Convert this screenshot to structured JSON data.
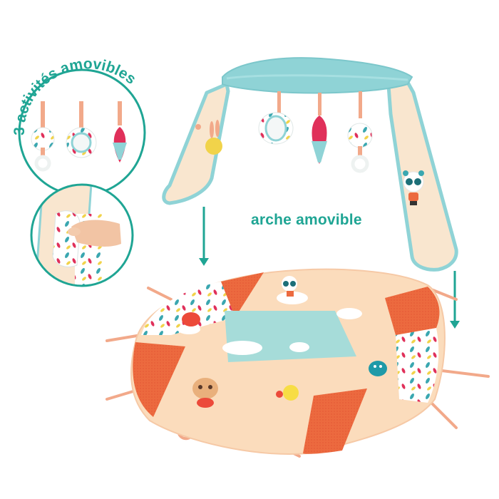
{
  "product_image": {
    "description": "Baby activity play mat with removable arch and hanging toys",
    "labels": {
      "activities_caption": "3 activités amovibles",
      "arch_caption": "arche amovible"
    },
    "colors": {
      "accent_teal": "#1fa594",
      "arch_blue": "#8fd3d6",
      "panel_cream": "#f9e6cf",
      "mat_peach": "#fbdcbc",
      "mat_orange": "#ec6a3f",
      "mat_center_blue": "#a6dcd9",
      "strap_peach": "#f2a98a",
      "feather_red": "#e0305a"
    },
    "callouts": [
      {
        "name": "hanging-toys-detail",
        "shape": "circle"
      },
      {
        "name": "hand-removing-pouch-detail",
        "shape": "circle"
      }
    ],
    "arrows": [
      {
        "name": "left-arch-arrow",
        "direction": "down"
      },
      {
        "name": "right-arch-arrow",
        "direction": "down"
      }
    ],
    "hanging_toys": [
      "flower-rattle-ring",
      "flower-mirror",
      "feather"
    ]
  }
}
